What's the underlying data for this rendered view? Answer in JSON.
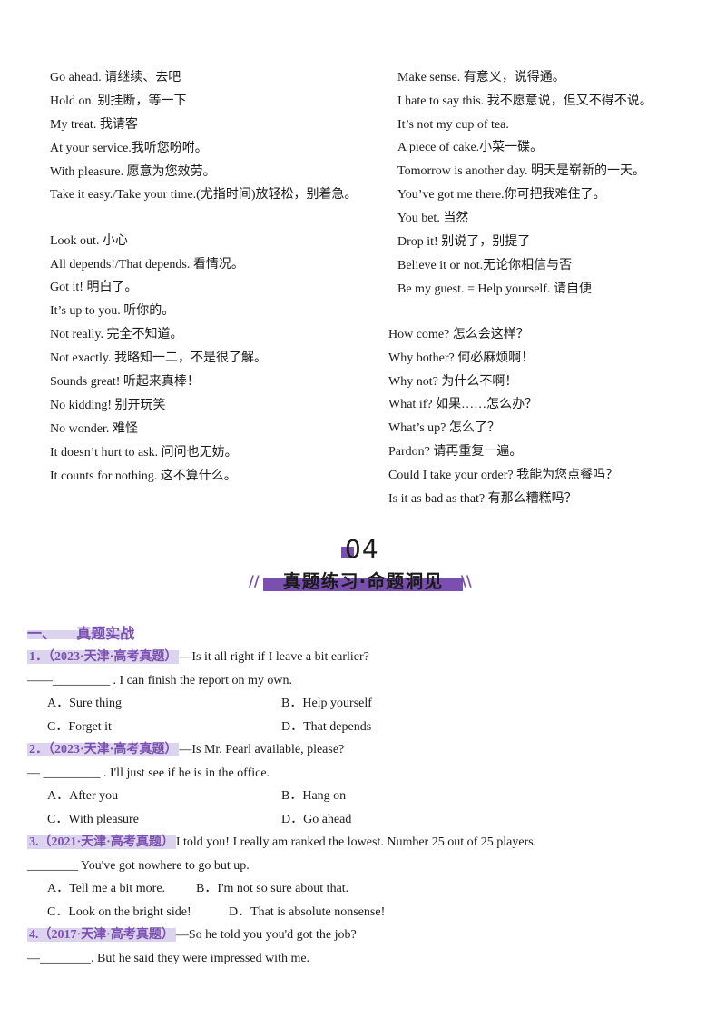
{
  "phrases_left": [
    "Go ahead.  请继续、去吧",
    "Hold on.  别挂断，等一下",
    "My treat.  我请客",
    "At your service.我听您吩咐。",
    "With pleasure.  愿意为您效劳。",
    "Take it easy./Take your time.(尤指时间)放轻松，别着急。",
    "Look out.  小心",
    "All depends!/That depends.  看情况。",
    "Got it!  明白了。",
    "It’s up to you.  听你的。",
    "Not really.  完全不知道。",
    "Not exactly.  我略知一二，不是很了解。",
    "Sounds great!  听起来真棒！",
    "No kidding!  别开玩笑",
    "No wonder.  难怪",
    "It doesn’t hurt to ask.  问问也无妨。",
    "It counts for nothing.  这不算什么。"
  ],
  "phrases_right_a": [
    "Make sense.  有意义，说得通。",
    "I hate to say this.  我不愿意说，但又不得不说。",
    "It’s not my cup of tea.",
    "A piece of cake.小菜一碟。",
    "Tomorrow is another day.  明天是崭新的一天。",
    "You’ve got me there.你可把我难住了。",
    "You bet.  当然",
    "Drop it!  别说了，别提了",
    "Believe it or not.无论你相信与否",
    "Be my guest. = Help yourself.          请自便"
  ],
  "phrases_right_b": [
    "How come?  怎么会这样？",
    "Why bother?  何必麻烦啊！",
    "Why not?  为什么不啊！",
    "What if?  如果……怎么办？",
    "What’s up?  怎么了？",
    "Pardon?  请再重复一遍。",
    "Could I take your order?  我能为您点餐吗？",
    "Is it as bad as that?  有那么糟糕吗？"
  ],
  "section": {
    "number": "04",
    "title": "真题练习·命题洞见",
    "slash_left": "//",
    "slash_right": "\\\\"
  },
  "part": {
    "heading": "一、    真题实战"
  },
  "questions": [
    {
      "tag": "1．（2023·天津·高考真题）",
      "stem": "—Is it all right if I leave a bit earlier?",
      "line2": "——_________ . I can finish the report on my own.",
      "options": [
        "A．Sure thing",
        "B．Help yourself",
        "C．Forget it",
        "D．That depends"
      ]
    },
    {
      "tag": "2．（2023·天津·高考真题）",
      "stem": "—Is Mr. Pearl available, please?",
      "line2": "— _________ . I'll just see if he is in the office.",
      "options": [
        "A．After you",
        "B．Hang on",
        "C．With pleasure",
        "D．Go ahead"
      ]
    },
    {
      "tag": "3.（2021·天津·高考真题）",
      "stem": "I told you! I really am ranked the lowest. Number 25 out of 25 players.",
      "line2": "________ You've got nowhere to go but up.",
      "options": [
        "A．Tell me a bit more.",
        "B．I'm not so sure about that.",
        "C．Look on the bright side!",
        "D．That is absolute nonsense!"
      ]
    },
    {
      "tag": "4.（2017·天津·高考真题）",
      "stem": "—So he told you you'd got the job?",
      "line2": "—________. But he said they were impressed with me."
    }
  ]
}
